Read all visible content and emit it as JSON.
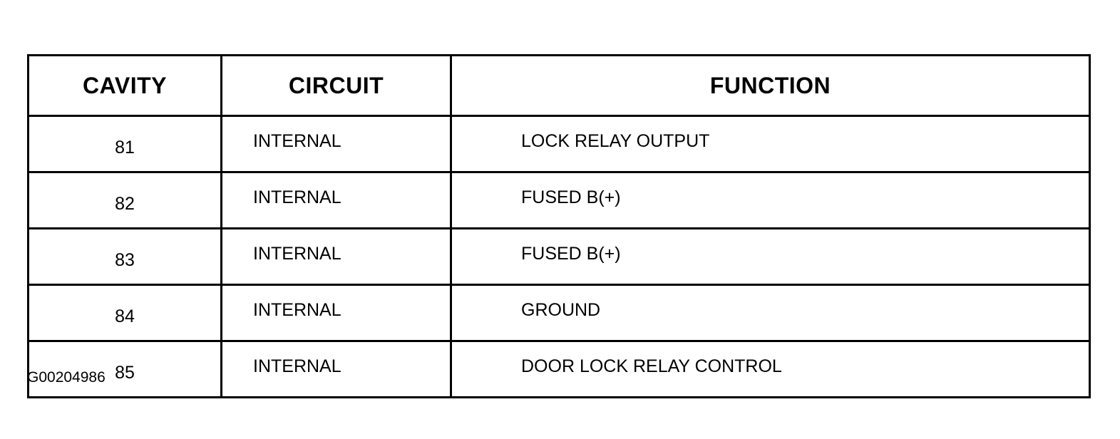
{
  "table": {
    "headers": {
      "cavity": "CAVITY",
      "circuit": "CIRCUIT",
      "function": "FUNCTION"
    },
    "rows": [
      {
        "cavity": "81",
        "circuit": "INTERNAL",
        "function": "LOCK RELAY OUTPUT"
      },
      {
        "cavity": "82",
        "circuit": "INTERNAL",
        "function": "FUSED B(+)"
      },
      {
        "cavity": "83",
        "circuit": "INTERNAL",
        "function": "FUSED B(+)"
      },
      {
        "cavity": "84",
        "circuit": "INTERNAL",
        "function": "GROUND"
      },
      {
        "cavity": "85",
        "circuit": "INTERNAL",
        "function": "DOOR LOCK RELAY CONTROL"
      }
    ]
  },
  "figure_id": "G00204986"
}
